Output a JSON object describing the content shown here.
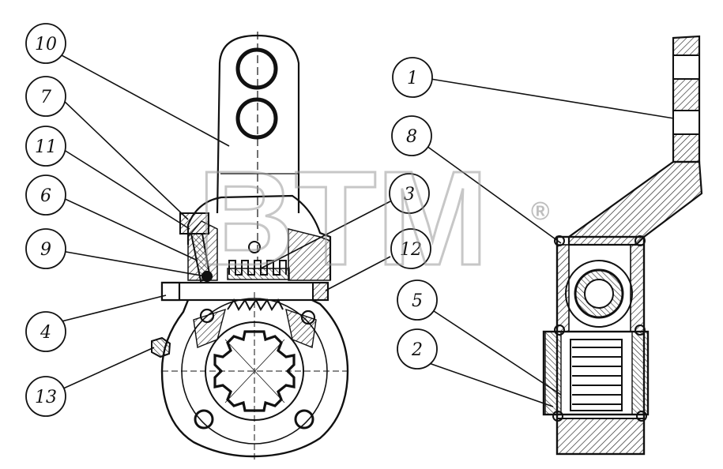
{
  "watermark": {
    "text": "BTM",
    "mark": "®",
    "color": "#b0b0b0"
  },
  "ink_color": "#111111",
  "callouts": [
    {
      "id": "c10",
      "label": "10"
    },
    {
      "id": "c7",
      "label": "7"
    },
    {
      "id": "c11",
      "label": "11"
    },
    {
      "id": "c6",
      "label": "6"
    },
    {
      "id": "c9",
      "label": "9"
    },
    {
      "id": "c4",
      "label": "4"
    },
    {
      "id": "c13",
      "label": "13"
    },
    {
      "id": "c3",
      "label": "3"
    },
    {
      "id": "c12",
      "label": "12"
    },
    {
      "id": "c1",
      "label": "1"
    },
    {
      "id": "c8",
      "label": "8"
    },
    {
      "id": "c5",
      "label": "5"
    },
    {
      "id": "c2",
      "label": "2"
    }
  ]
}
